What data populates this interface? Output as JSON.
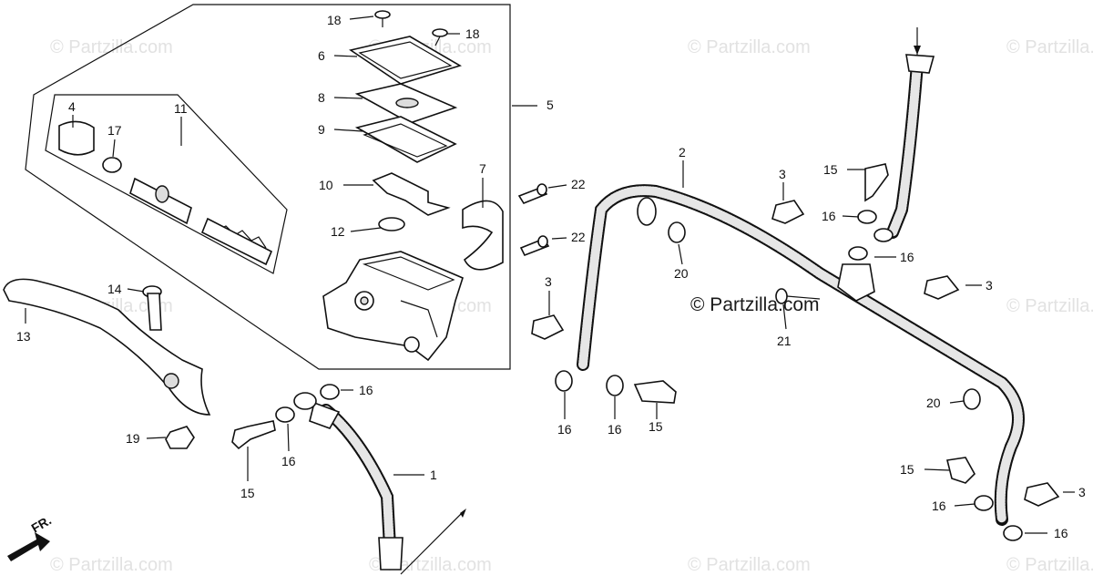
{
  "watermarks": {
    "w1": "© Partzilla.com",
    "w2": "© Partzilla.com",
    "w3": "© Partzilla.com",
    "w4": "© Partzilla.com",
    "w5": "© Partzilla.com",
    "w6": "© Partzilla.com",
    "w7": "© Partzilla.com",
    "w8": "© Partzilla.com",
    "w9": "© Partzilla.com",
    "w10": "© Partzilla.com",
    "w11": "© Partzilla.com",
    "center": "© Partzilla.com"
  },
  "direction_label": "FR.",
  "callouts": {
    "c18a": "18",
    "c18b": "18",
    "c6": "6",
    "c8": "8",
    "c9": "9",
    "c5": "5",
    "c4": "4",
    "c11": "11",
    "c17": "17",
    "c7": "7",
    "c10": "10",
    "c12": "12",
    "c14": "14",
    "c13": "13",
    "c19": "19",
    "c15a": "15",
    "c16a": "16",
    "c16b": "16",
    "c1": "1",
    "c22a": "22",
    "c22b": "22",
    "c3a": "3",
    "c3b": "3",
    "c2": "2",
    "c20a": "20",
    "c16c": "16",
    "c16d": "16",
    "c15b": "15",
    "c21": "21",
    "c3c": "3",
    "c15c": "15",
    "c16e": "16",
    "c16f": "16",
    "c20b": "20",
    "c15d": "15",
    "c16g": "16",
    "c3d": "3",
    "c16h": "16"
  }
}
